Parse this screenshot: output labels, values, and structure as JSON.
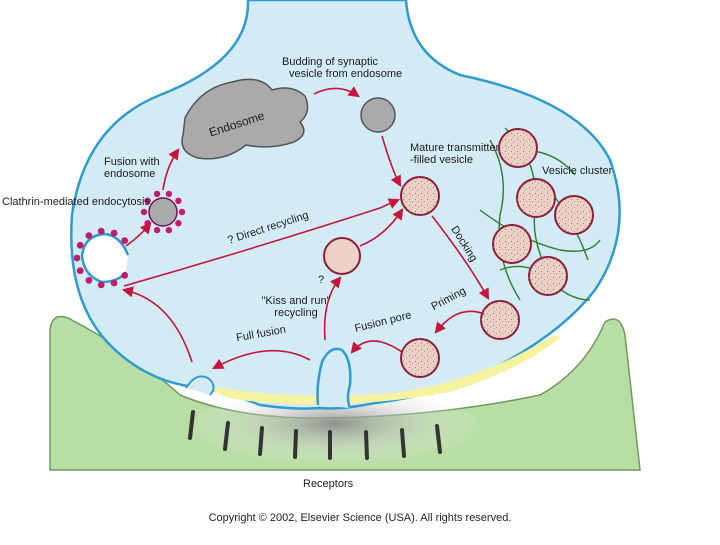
{
  "labels": {
    "budding": [
      "Budding of synaptic",
      "vesicle from endosome"
    ],
    "endosome": "Endosome",
    "mature": [
      "Mature transmitter",
      "-filled vesicle"
    ],
    "vesicle_cluster": "Vesicle cluster",
    "fusion_endosome": [
      "Fusion with",
      "endosome"
    ],
    "clathrin": "Clathrin-mediated endocytosis",
    "direct_recycling": "? Direct recycling",
    "docking": "Docking",
    "priming": "Priming",
    "question_mark": "?",
    "kiss_and_run": [
      "\"Kiss and run\"",
      "recycling"
    ],
    "fusion_pore": "Fusion pore",
    "full_fusion": "Full fusion",
    "receptors": "Receptors"
  },
  "copyright": "Copyright © 2002, Elsevier Science (USA). All rights reserved.",
  "colors": {
    "terminal_fill": "#d3ebf4",
    "terminal_outline": "#2f9bcf",
    "postsynaptic_fill": "#b8dea6",
    "active_zone": "#f6f3a0",
    "vesicle_fill": "#ecd2c6",
    "vesicle_outline": "#8c1d3a",
    "endosome_fill": "#aaaaaa",
    "arrow": "#c4163a",
    "clathrin_dots": "#c21a6f",
    "cytoskeleton": "#2e7d32"
  }
}
